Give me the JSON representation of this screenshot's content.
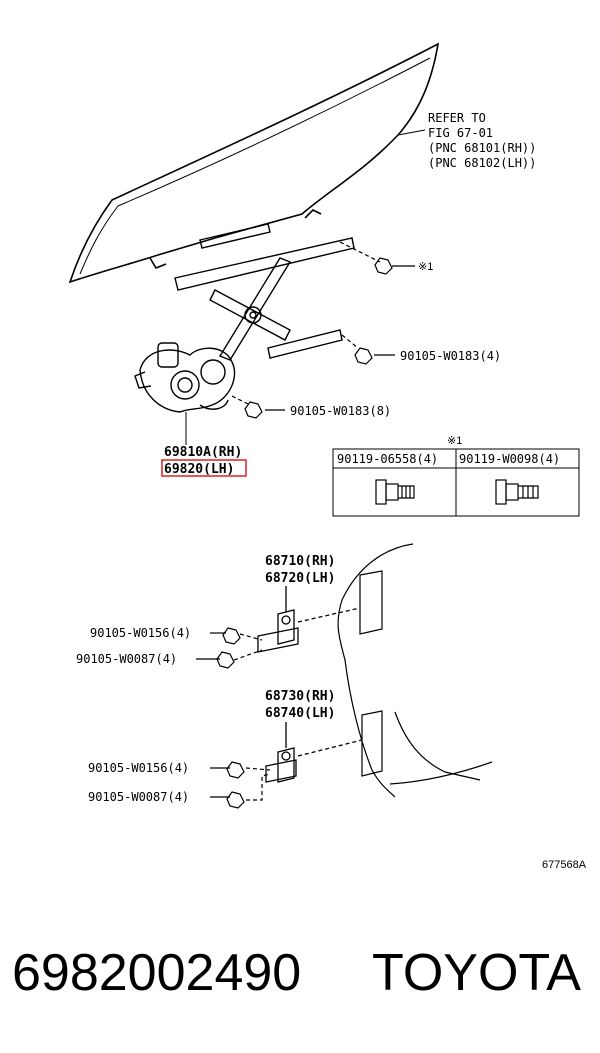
{
  "refer": {
    "line1": "REFER TO",
    "line2": "FIG 67-01",
    "line3": "(PNC 68101(RH))",
    "line4": "(PNC 68102(LH))"
  },
  "callouts": {
    "mark_top": "※1",
    "bolt_right": "90105-W0183(4)",
    "bolt_mid": "90105-W0183(8)",
    "regulator_rh": "69810A(RH)",
    "regulator_lh": "69820(LH)",
    "hinge_upper_rh": "68710(RH)",
    "hinge_upper_lh": "68720(LH)",
    "hinge_lower_rh": "68730(RH)",
    "hinge_lower_lh": "68740(LH)",
    "upper_bolt_1": "90105-W0156(4)",
    "upper_bolt_2": "90105-W0087(4)",
    "lower_bolt_1": "90105-W0156(4)",
    "lower_bolt_2": "90105-W0087(4)"
  },
  "table": {
    "mark": "※1",
    "col1": "90119-06558(4)",
    "col2": "90119-W0098(4)"
  },
  "figure_code": "677568A",
  "footer": {
    "part_number": "6982002490",
    "brand": "TOYOTA"
  },
  "colors": {
    "highlight": "#e03030",
    "ink": "#000000"
  }
}
